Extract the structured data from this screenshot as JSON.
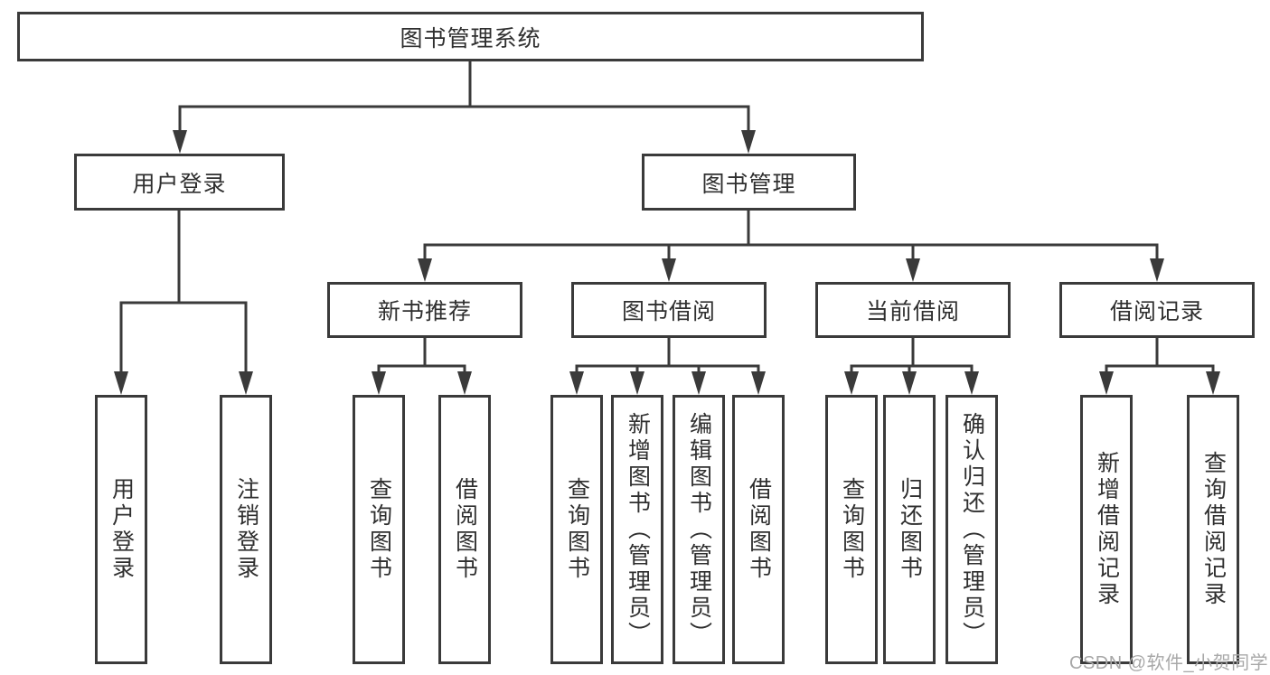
{
  "tree": {
    "root": {
      "label": "图书管理系统"
    },
    "branches": [
      {
        "label": "用户登录",
        "children": [
          {
            "label": "用户登录"
          },
          {
            "label": "注销登录"
          }
        ]
      },
      {
        "label": "图书管理",
        "children": [
          {
            "label": "新书推荐",
            "children": [
              {
                "label": "查询图书"
              },
              {
                "label": "借阅图书"
              }
            ]
          },
          {
            "label": "图书借阅",
            "children": [
              {
                "label": "查询图书"
              },
              {
                "label": "新增图书（管理员）"
              },
              {
                "label": "编辑图书（管理员）"
              },
              {
                "label": "借阅图书"
              }
            ]
          },
          {
            "label": "当前借阅",
            "children": [
              {
                "label": "查询图书"
              },
              {
                "label": "归还图书"
              },
              {
                "label": "确认归还（管理员）"
              }
            ]
          },
          {
            "label": "借阅记录",
            "children": [
              {
                "label": "新增借阅记录"
              },
              {
                "label": "查询借阅记录"
              }
            ]
          }
        ]
      }
    ]
  },
  "watermark": {
    "text": "CSDN @软件_小贺同学"
  },
  "colors": {
    "line": "#3a3a3a",
    "box_border": "#3a3a3a",
    "box_fill": "#ffffff",
    "text": "#2f2f2f",
    "watermark": "#a8a8a8"
  }
}
